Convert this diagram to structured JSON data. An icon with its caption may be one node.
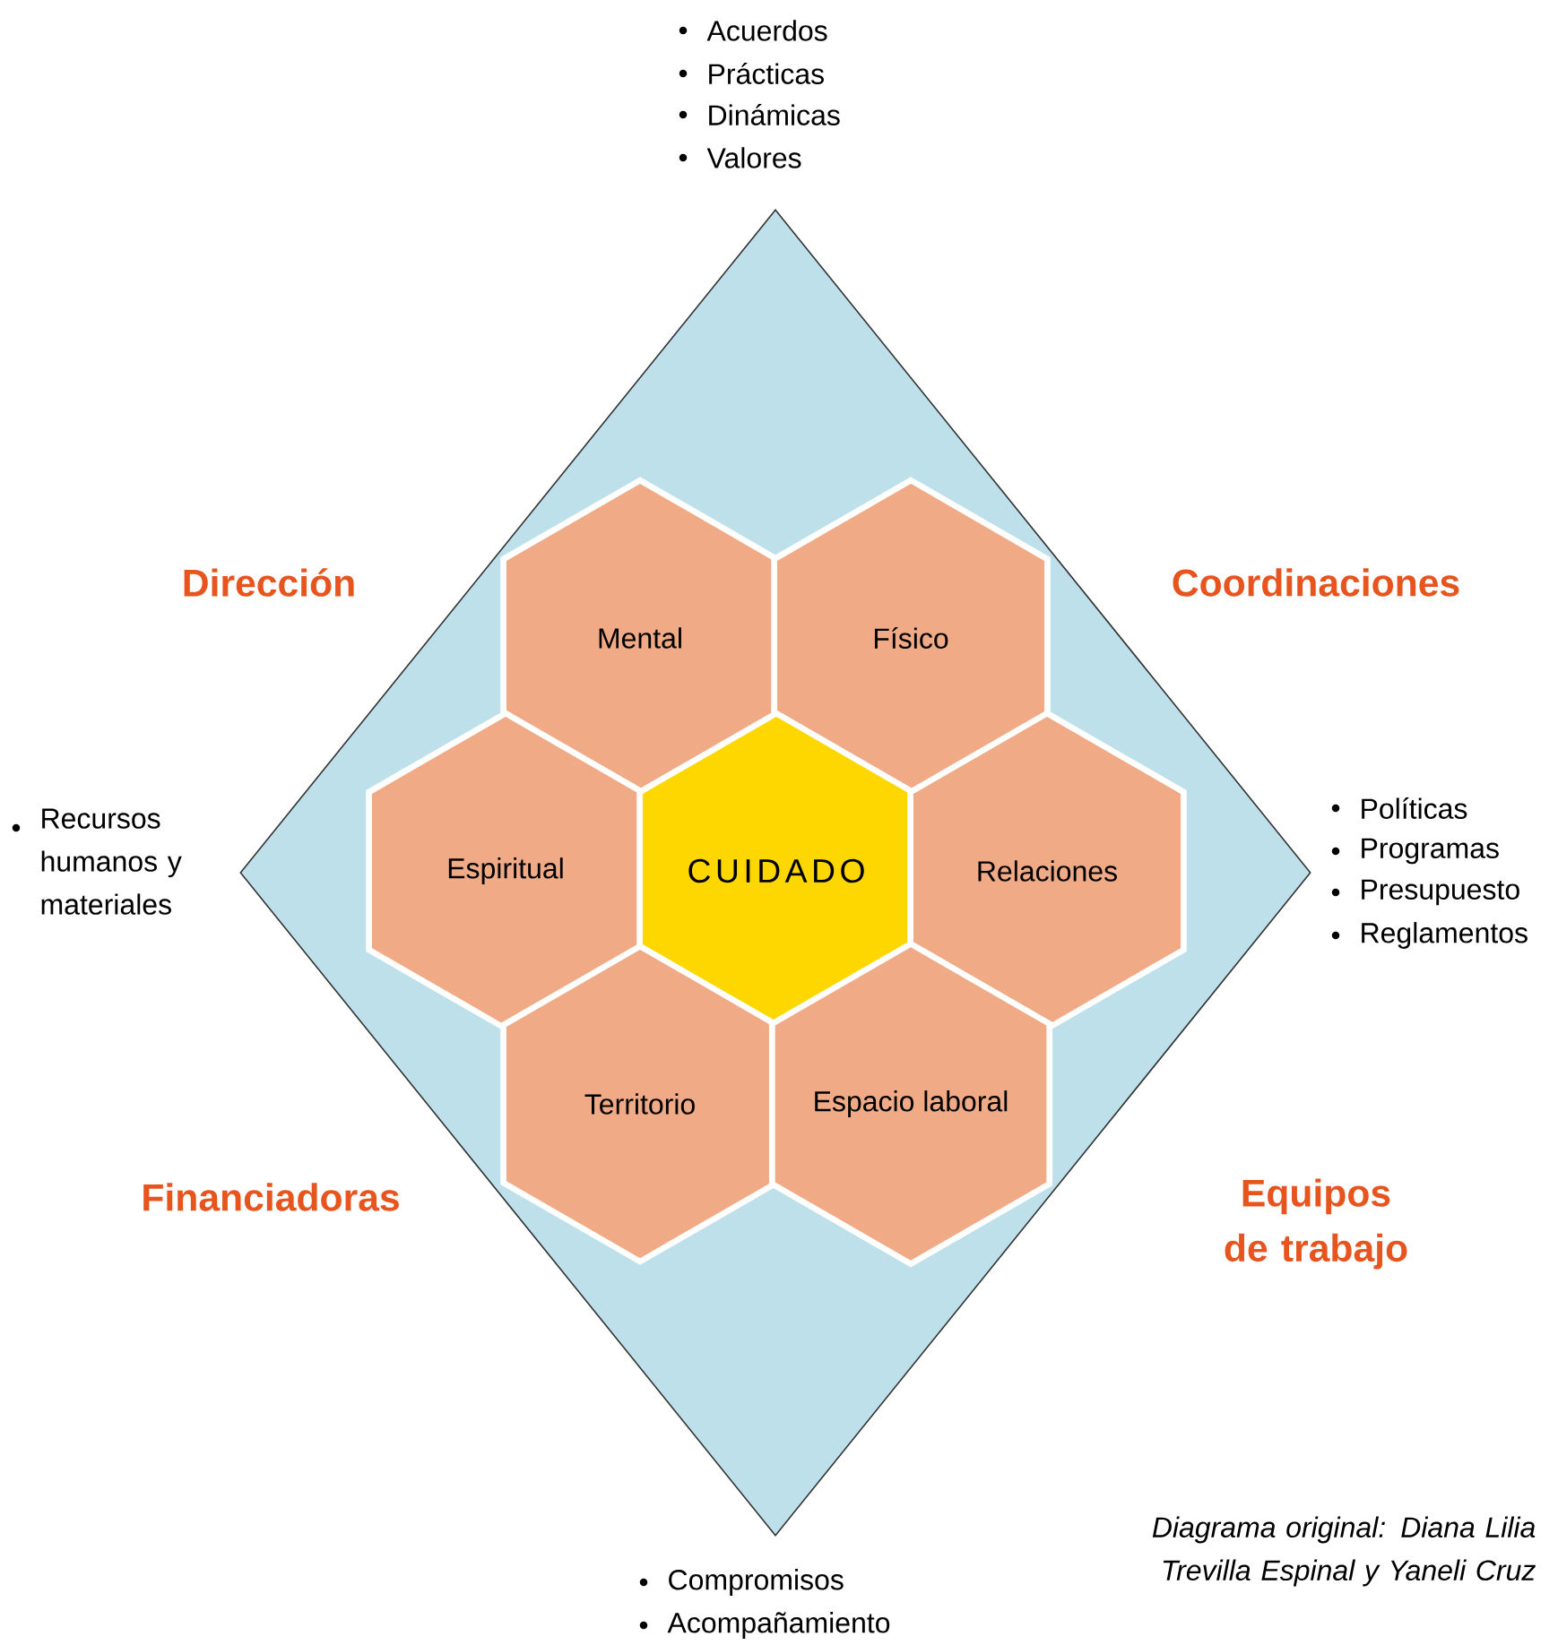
{
  "diagram": {
    "caption": "Diagrama original: Diana Lilia Trevilla Espinal y Yaneli Cruz",
    "nodes": [
      {
        "text": [],
        "shape": "diamond"
      },
      {
        "text": [
          "Mental"
        ],
        "in": 0
      },
      {
        "text": [
          "Físico"
        ],
        "in": 0
      },
      {
        "text": [
          "Espiritual"
        ],
        "in": 0
      },
      {
        "text": [
          "CUIDADO"
        ],
        "in": 0
      },
      {
        "text": [
          "Relaciones"
        ],
        "in": 0
      },
      {
        "text": [
          "Territorio"
        ],
        "in": 0
      },
      {
        "text": [
          "Espacio laboral"
        ],
        "in": 0
      }
    ],
    "labels": [
      "Acuerdos",
      "Prácticas",
      "Dinámicas",
      "Valores",
      "Dirección",
      "Coordinaciones",
      "Recursos humanos y materiales",
      "Políticas",
      "Programas",
      "Presupuesto",
      "Reglamentos",
      "Financiadoras",
      "Equipos de trabajo",
      "Compromisos",
      "Acompañamiento"
    ]
  }
}
